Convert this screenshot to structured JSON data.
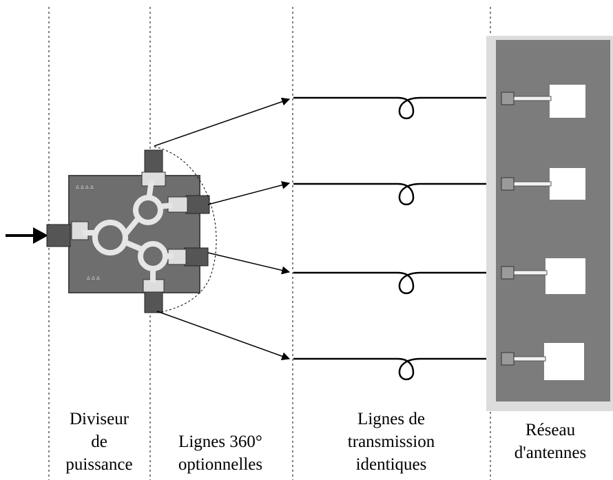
{
  "sections": [
    {
      "id": "divider",
      "lines": [
        "Diviseur",
        "de",
        "puissance"
      ]
    },
    {
      "id": "phase",
      "lines": [
        "Lignes 360°",
        "optionnelles"
      ]
    },
    {
      "id": "tx",
      "lines": [
        "Lignes de",
        "transmission",
        "identiques"
      ]
    },
    {
      "id": "array",
      "lines": [
        "Réseau",
        "d'antennes"
      ]
    }
  ],
  "colors": {
    "board": "#6a6a6a",
    "pcb": "#7d7d7d",
    "antenna_panel_bg": "#dcdcdc",
    "patch": "#ffffff",
    "ink": "#000000"
  }
}
